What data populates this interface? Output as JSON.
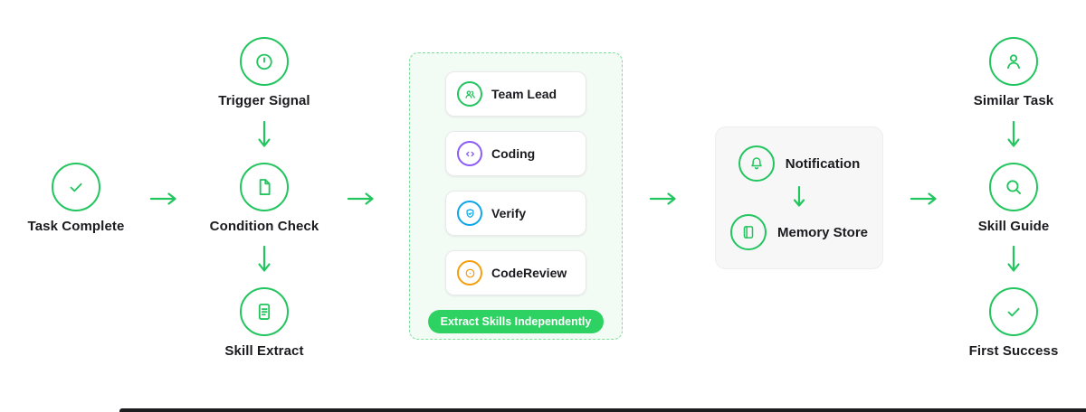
{
  "colors": {
    "accent": "#22c55e",
    "badge_bg": "#2ed263"
  },
  "flow": {
    "task_complete": "Task Complete",
    "trigger_signal": "Trigger Signal",
    "condition_check": "Condition Check",
    "skill_extract": "Skill Extract",
    "similar_task": "Similar Task",
    "skill_guide": "Skill Guide",
    "first_success": "First Success"
  },
  "skills_panel": {
    "items": [
      {
        "label": "Team Lead",
        "color": "#22c55e"
      },
      {
        "label": "Coding",
        "color": "#8b5cf6"
      },
      {
        "label": "Verify",
        "color": "#0ea5e9"
      },
      {
        "label": "CodeReview",
        "color": "#f59e0b"
      }
    ],
    "badge": "Extract Skills Independently"
  },
  "memory_panel": {
    "notification": "Notification",
    "memory_store": "Memory Store"
  }
}
